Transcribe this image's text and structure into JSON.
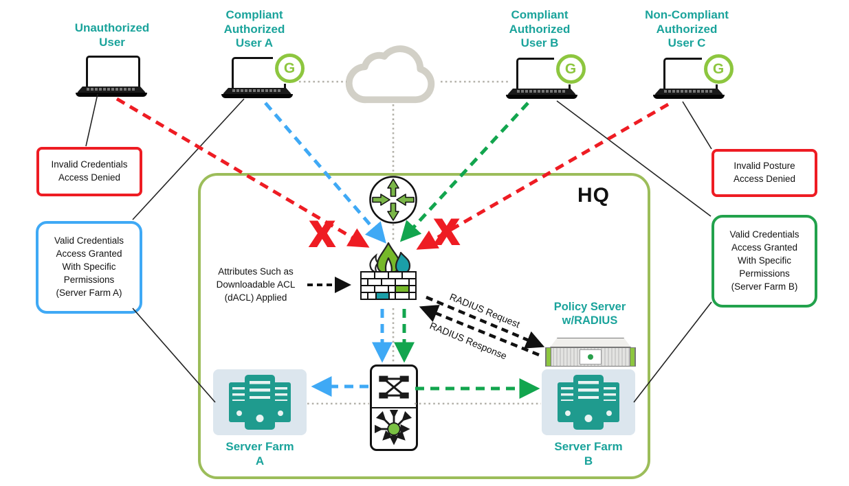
{
  "users": [
    {
      "lines": [
        "Unauthorized",
        "User"
      ]
    },
    {
      "lines": [
        "Compliant",
        "Authorized",
        "User A"
      ]
    },
    {
      "lines": [
        "Compliant",
        "Authorized",
        "User B"
      ]
    },
    {
      "lines": [
        "Non-Compliant",
        "Authorized",
        "User C"
      ]
    }
  ],
  "callouts": {
    "invalid_credentials": {
      "lines": [
        "Invalid Credentials",
        "Access Denied"
      ],
      "border_color": "#ee1c23"
    },
    "valid_a": {
      "lines": [
        "Valid Credentials",
        "Access Granted",
        "With Specific",
        "Permissions",
        "(Server Farm A)"
      ],
      "border_color": "#3fa9f5"
    },
    "invalid_posture": {
      "lines": [
        "Invalid Posture",
        "Access Denied"
      ],
      "border_color": "#ee1c23"
    },
    "valid_b": {
      "lines": [
        "Valid Credentials",
        "Access Granted",
        "With Specific",
        "Permissions",
        "(Server Farm B)"
      ],
      "border_color": "#22a24c"
    }
  },
  "hq": {
    "label": "HQ"
  },
  "dacl_note": {
    "lines": [
      "Attributes Such as",
      "Downloadable ACL",
      "(dACL) Applied"
    ]
  },
  "radius": {
    "request_label": "RADIUS Request",
    "response_label": "RADIUS Response"
  },
  "policy_server": {
    "lines": [
      "Policy Server",
      "w/RADIUS"
    ]
  },
  "server_farms": [
    {
      "lines": [
        "Server Farm",
        "A"
      ]
    },
    {
      "lines": [
        "Server Farm",
        "B"
      ]
    }
  ],
  "deny_mark": "X",
  "agent_badge_letter": "G",
  "icons": {
    "cloud": "cloud-outline",
    "router": "router-cross-arrows",
    "firewall": "brick-wall-with-flame",
    "switch_top": "layer2-switch",
    "switch_bottom": "multilayer-switch-arrows",
    "laptop": "laptop",
    "server_farm": "three-server-towers",
    "policy_server": "rack-server",
    "agent_badge": "green-G-ring",
    "deny": "red-X"
  },
  "colors": {
    "teal_text": "#1aa39b",
    "red": "#ee1c23",
    "blue": "#3fa9f5",
    "green": "#12a54e",
    "hq_border": "#9cbd5a",
    "agent_green": "#8dc63f",
    "cloud_gray": "#d2d0c7",
    "server_teal": "#1f9b8e",
    "server_farm_bg": "#dce6ee",
    "dotted_gray": "#b3b1a9"
  }
}
